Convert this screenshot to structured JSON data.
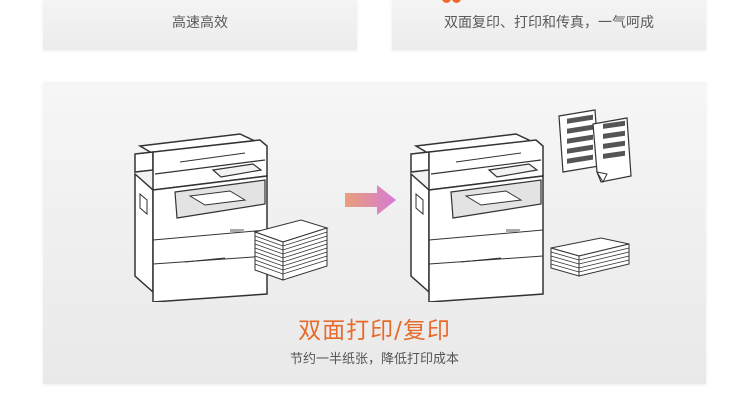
{
  "top_left_card": {
    "caption": "高速高效"
  },
  "top_right_card": {
    "caption": "双面复印、打印和传真，一气呵成"
  },
  "main_card": {
    "title": "双面打印/复印",
    "subtitle": "节约一半纸张，降低打印成本",
    "arrow_colors": [
      "#e8a07a",
      "#d77ad5"
    ],
    "accent_color": "#e86a2b"
  },
  "icons": {
    "left_printer": "printer-icon",
    "right_printer": "printer-icon",
    "left_stack": "paper-stack-icon",
    "right_stack": "paper-stack-icon",
    "documents": "document-icon",
    "arrow": "arrow-right-icon"
  }
}
